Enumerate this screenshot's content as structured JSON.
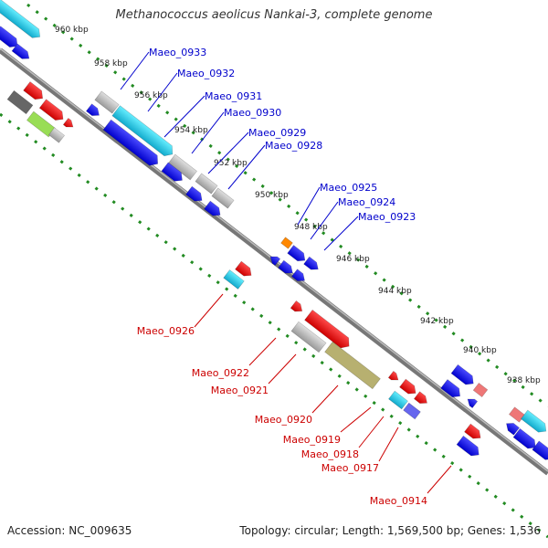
{
  "title": "Methanococcus aeolicus Nankai-3, complete genome",
  "footer": {
    "accession": "Accession: NC_009635",
    "summary": "Topology: circular; Length: 1,569,500 bp; Genes: 1,536"
  },
  "colors": {
    "backbone": "#808080",
    "ticks": "#228b22",
    "forward_label": "#0000cc",
    "reverse_label": "#cc0000",
    "blue_gene": "#0000ee",
    "red_gene": "#ee0000",
    "gray_gene": "#b0b0b0",
    "cyan_gene": "#22ccee"
  },
  "ruler_ticks": [
    {
      "label": "960 kbp"
    },
    {
      "label": "958 kbp"
    },
    {
      "label": "956 kbp"
    },
    {
      "label": "954 kbp"
    },
    {
      "label": "952 kbp"
    },
    {
      "label": "950 kbp"
    },
    {
      "label": "948 kbp"
    },
    {
      "label": "946 kbp"
    },
    {
      "label": "944 kbp"
    },
    {
      "label": "942 kbp"
    },
    {
      "label": "940 kbp"
    },
    {
      "label": "938 kbp"
    }
  ],
  "forward_gene_labels": [
    "Maeo_0933",
    "Maeo_0932",
    "Maeo_0931",
    "Maeo_0930",
    "Maeo_0929",
    "Maeo_0928",
    "Maeo_0925",
    "Maeo_0924",
    "Maeo_0923"
  ],
  "reverse_gene_labels": [
    "Maeo_0926",
    "Maeo_0922",
    "Maeo_0921",
    "Maeo_0920",
    "Maeo_0919",
    "Maeo_0918",
    "Maeo_0917",
    "Maeo_0914"
  ]
}
